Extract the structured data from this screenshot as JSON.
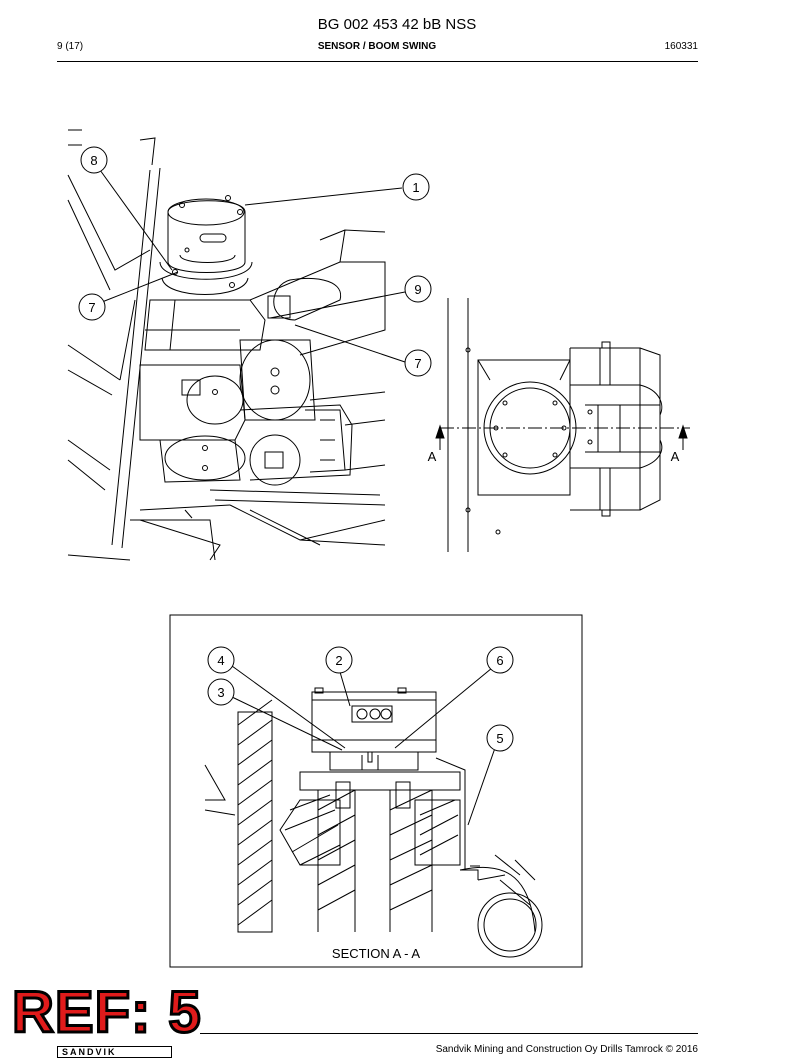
{
  "header": {
    "doc_title": "BG 002 453 42 bB NSS",
    "page": "9 (17)",
    "section": "SENSOR / BOOM SWING",
    "date": "160331"
  },
  "figure_top": {
    "balloons": [
      "1",
      "8",
      "7",
      "9",
      "7"
    ],
    "section_markers": [
      "A",
      "A"
    ]
  },
  "figure_bottom": {
    "balloons": [
      "4",
      "2",
      "6",
      "3",
      "5"
    ],
    "caption": "SECTION A - A"
  },
  "footer": {
    "stamp": "REF: 5",
    "copyright": "Sandvik Mining and Construction Oy Drills Tamrock © 2016",
    "logo": "SANDVIK"
  }
}
